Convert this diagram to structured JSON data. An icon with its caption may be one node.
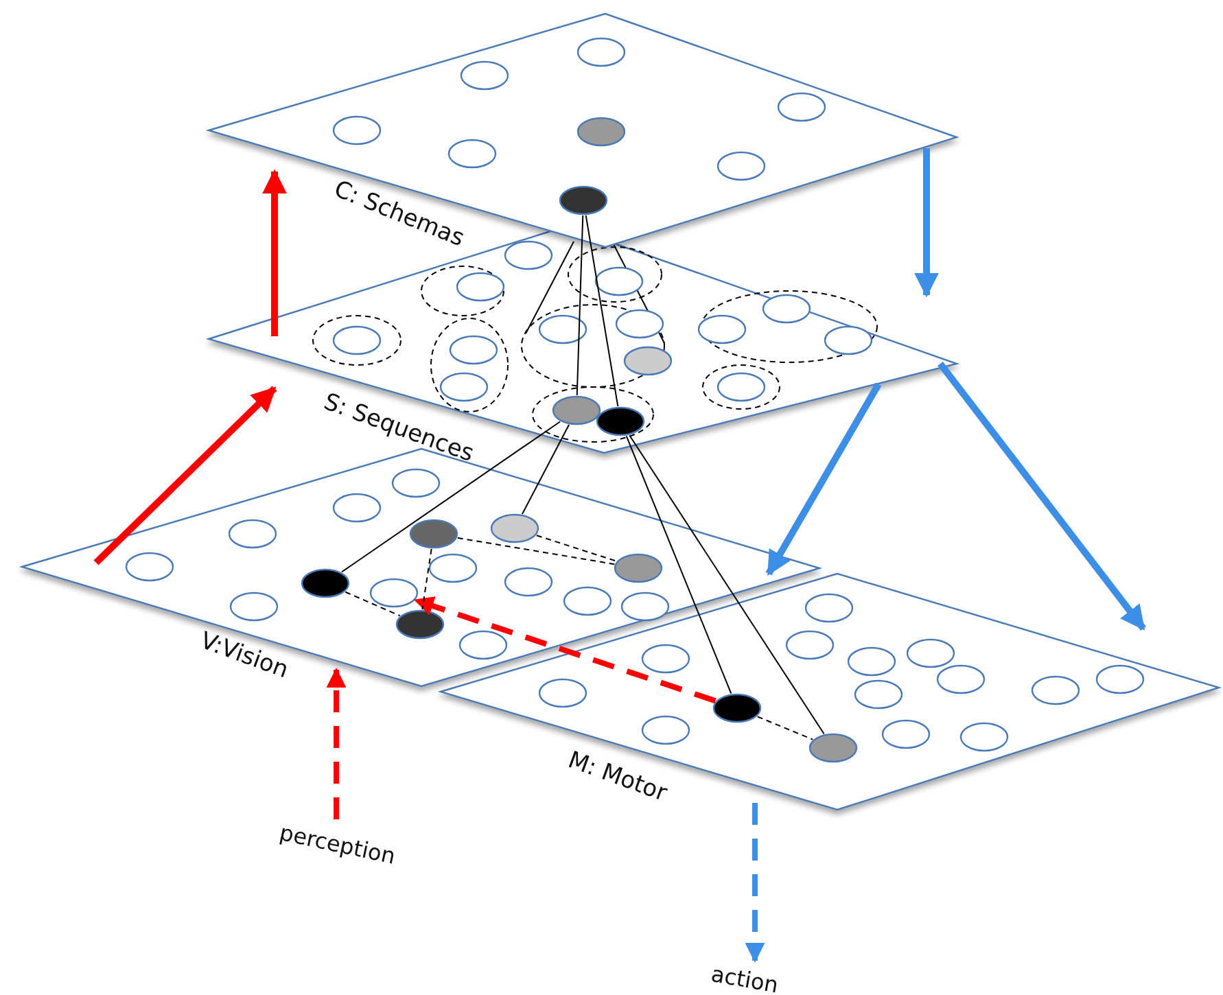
{
  "diagram": {
    "nodes": [
      {
        "text": [
          "C: Schemas"
        ]
      },
      {
        "text": [
          "S: Sequences"
        ]
      },
      {
        "text": [
          "V:Vision"
        ]
      },
      {
        "text": [
          "M: Motor"
        ]
      },
      {
        "text": [
          "perception"
        ]
      },
      {
        "text": [
          "action"
        ]
      },
      {
        "text": [],
        "shape": "circle",
        "in": 0
      },
      {
        "text": [],
        "shape": "circle",
        "in": 1
      },
      {
        "text": [],
        "shape": "circle",
        "in": 1
      },
      {
        "text": [],
        "shape": "circle",
        "in": 2
      },
      {
        "text": [],
        "shape": "circle",
        "in": 2
      },
      {
        "text": [],
        "shape": "circle",
        "in": 2
      },
      {
        "text": [],
        "shape": "circle",
        "in": 2
      },
      {
        "text": [],
        "shape": "circle",
        "in": 2
      },
      {
        "text": [],
        "shape": "circle",
        "in": 2
      },
      {
        "text": [],
        "shape": "circle",
        "in": 3
      },
      {
        "text": [],
        "shape": "circle",
        "in": 3
      },
      {
        "text": [],
        "shape": "circle",
        "in": 0
      },
      {
        "text": [],
        "shape": "circle",
        "in": 0
      },
      {
        "text": [],
        "shape": "circle",
        "in": 0
      },
      {
        "text": [],
        "shape": "circle",
        "in": 0
      },
      {
        "text": [],
        "shape": "circle",
        "in": 0
      },
      {
        "text": [],
        "shape": "circle",
        "in": 0
      },
      {
        "text": [],
        "shape": "circle",
        "in": 0
      },
      {
        "text": [],
        "shape": "circle",
        "in": 1
      },
      {
        "text": [],
        "shape": "circle",
        "in": 1
      },
      {
        "text": [],
        "shape": "circle",
        "in": 1
      },
      {
        "text": [],
        "shape": "circle",
        "in": 1
      },
      {
        "text": [],
        "shape": "circle",
        "in": 1
      },
      {
        "text": [],
        "shape": "circle",
        "in": 1
      },
      {
        "text": [],
        "shape": "circle",
        "in": 1
      },
      {
        "text": [],
        "shape": "circle",
        "in": 1
      },
      {
        "text": [],
        "shape": "circle",
        "in": 1
      },
      {
        "text": [],
        "shape": "circle",
        "in": 1
      },
      {
        "text": [],
        "shape": "circle",
        "in": 1
      },
      {
        "text": [],
        "shape": "circle",
        "in": 1
      },
      {
        "text": [],
        "shape": "circle",
        "in": 1
      },
      {
        "text": [],
        "shape": "circle",
        "in": 2
      },
      {
        "text": [],
        "shape": "circle",
        "in": 2
      },
      {
        "text": [],
        "shape": "circle",
        "in": 2
      },
      {
        "text": [],
        "shape": "circle",
        "in": 2
      },
      {
        "text": [],
        "shape": "circle",
        "in": 2
      },
      {
        "text": [],
        "shape": "circle",
        "in": 2
      },
      {
        "text": [],
        "shape": "circle",
        "in": 2
      },
      {
        "text": [],
        "shape": "circle",
        "in": 2
      },
      {
        "text": [],
        "shape": "circle",
        "in": 2
      },
      {
        "text": [],
        "shape": "circle",
        "in": 2
      },
      {
        "text": [],
        "shape": "circle",
        "in": 3
      },
      {
        "text": [],
        "shape": "circle",
        "in": 3
      },
      {
        "text": [],
        "shape": "circle",
        "in": 3
      },
      {
        "text": [],
        "shape": "circle",
        "in": 3
      },
      {
        "text": [],
        "shape": "circle",
        "in": 3
      },
      {
        "text": [],
        "shape": "circle",
        "in": 3
      },
      {
        "text": [],
        "shape": "circle",
        "in": 3
      },
      {
        "text": [],
        "shape": "circle",
        "in": 3
      },
      {
        "text": [],
        "shape": "circle",
        "in": 3
      },
      {
        "text": [],
        "shape": "circle",
        "in": 3
      },
      {
        "text": [],
        "shape": "circle",
        "in": 3
      },
      {
        "text": [],
        "shape": "circle",
        "in": 3
      },
      {
        "text": [],
        "shape": "circle",
        "in": 3
      }
    ],
    "edges": [
      {
        "from": 2,
        "to": 1,
        "arrow": "to",
        "style": "thick",
        "color": "#ff0000"
      },
      {
        "from": 1,
        "to": 0,
        "arrow": "to",
        "style": "thick",
        "color": "#ff0000"
      },
      {
        "from": 0,
        "to": 1,
        "arrow": "to",
        "style": "thick",
        "color": "#3d8ee6"
      },
      {
        "from": 1,
        "to": 3,
        "arrow": "to",
        "style": "thick",
        "color": "#3d8ee6"
      },
      {
        "from": 1,
        "to": 3,
        "arrow": "to",
        "style": "thick",
        "color": "#3d8ee6"
      },
      {
        "from": 4,
        "to": 2,
        "arrow": "to",
        "style": "dashed",
        "color": "#ff0000"
      },
      {
        "from": 3,
        "to": 5,
        "arrow": "to",
        "style": "dashed",
        "color": "#3d8ee6"
      },
      {
        "from": 15,
        "to": 14,
        "arrow": "to",
        "style": "dashed",
        "color": "#ff0000"
      },
      {
        "from": 6,
        "to": 7,
        "arrow": "none"
      },
      {
        "from": 6,
        "to": 8,
        "arrow": "none"
      },
      {
        "from": 7,
        "to": 9,
        "arrow": "none"
      },
      {
        "from": 7,
        "to": 11,
        "arrow": "none"
      },
      {
        "from": 8,
        "to": 15,
        "arrow": "none"
      },
      {
        "from": 8,
        "to": 16,
        "arrow": "none"
      },
      {
        "from": 9,
        "to": 13,
        "arrow": "none",
        "style": "dashed"
      },
      {
        "from": 10,
        "to": 13,
        "arrow": "none",
        "style": "dashed"
      },
      {
        "from": 10,
        "to": 12,
        "arrow": "none",
        "style": "dashed"
      },
      {
        "from": 11,
        "to": 12,
        "arrow": "none",
        "style": "dashed"
      },
      {
        "from": 15,
        "to": 16,
        "arrow": "none",
        "style": "dashed"
      }
    ]
  }
}
